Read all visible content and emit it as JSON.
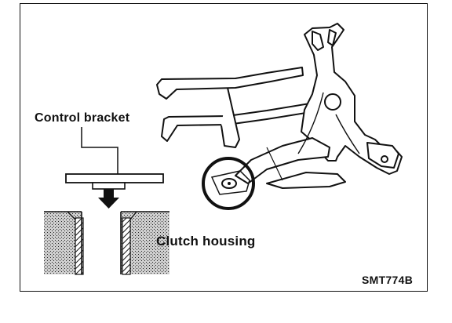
{
  "labels": {
    "control_bracket": "Control bracket",
    "clutch_housing": "Clutch housing",
    "figure_code": "SMT774B"
  }
}
